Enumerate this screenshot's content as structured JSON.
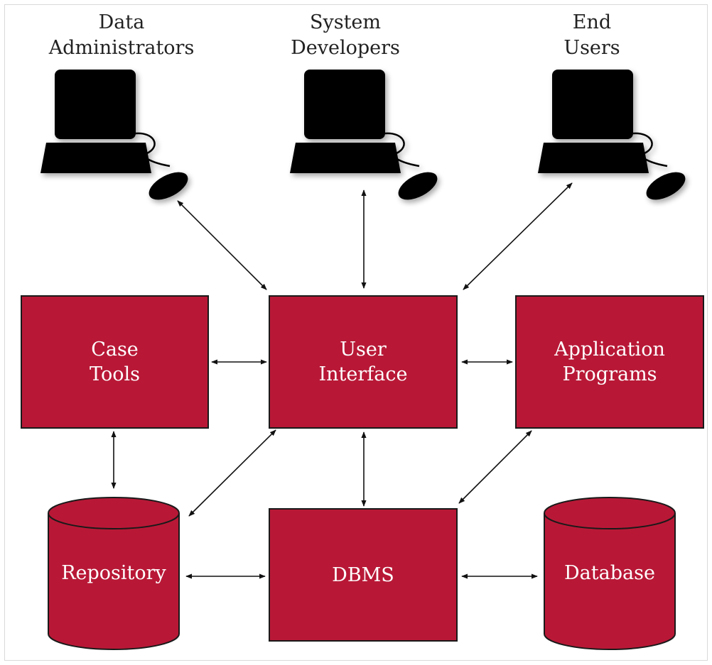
{
  "users": {
    "data_admins": {
      "line1": "Data",
      "line2": "Administrators"
    },
    "system_devs": {
      "line1": "System",
      "line2": "Developers"
    },
    "end_users": {
      "line1": "End",
      "line2": "Users"
    }
  },
  "boxes": {
    "case_tools": {
      "line1": "Case",
      "line2": "Tools"
    },
    "user_interface": {
      "line1": "User",
      "line2": "Interface"
    },
    "app_programs": {
      "line1": "Application",
      "line2": "Programs"
    },
    "dbms": {
      "label": "DBMS"
    }
  },
  "cylinders": {
    "repository": {
      "label": "Repository"
    },
    "database": {
      "label": "Database"
    }
  },
  "colors": {
    "component_fill": "#b81836",
    "outline": "#1a1a1a",
    "computer": "#000000"
  },
  "icons": [
    "computer-icon",
    "mouse-icon"
  ]
}
